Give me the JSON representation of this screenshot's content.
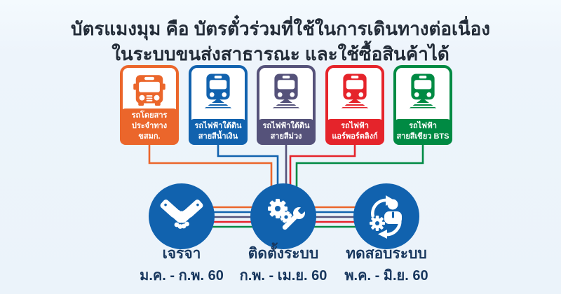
{
  "title": {
    "line1": "บัตรแมงมุม คือ บัตรตั๋วร่วมที่ใช้ในการเดินทางต่อเนื่อง",
    "line2": "ในระบบขนส่งสาธารณะ และใช้ซื้อสินค้าได้"
  },
  "transit_modes": [
    {
      "name": "bus",
      "line1": "รถโดยสาร",
      "line2": "ประจำทาง ขสมก.",
      "color": "#EB662B",
      "icon": "bus-icon"
    },
    {
      "name": "mrt-blue-line",
      "line1": "รถไฟฟ้าใต้ดิน",
      "line2": "สายสีน้ำเงิน",
      "color": "#1162AE",
      "icon": "train-icon"
    },
    {
      "name": "mrt-purple-line",
      "line1": "รถไฟฟ้าใต้ดิน",
      "line2": "สายสีม่วง",
      "color": "#55527A",
      "icon": "train-icon"
    },
    {
      "name": "airport-rail-link",
      "line1": "รถไฟฟ้า",
      "line2": "แอร์พอร์ตลิงก์",
      "color": "#E5242B",
      "icon": "train-icon"
    },
    {
      "name": "bts-green-line",
      "line1": "รถไฟฟ้า",
      "line2": "สายสีเขียว BTS",
      "color": "#008A43",
      "icon": "train-icon"
    }
  ],
  "timeline": [
    {
      "name": "negotiation",
      "title": "เจรจา",
      "period": "ม.ค. - ก.พ. 60",
      "icon": "handshake-icon"
    },
    {
      "name": "system-installation",
      "title": "ติดตั้งระบบ",
      "period": "ก.พ. - เม.ย. 60",
      "icon": "gears-wrench-icon"
    },
    {
      "name": "system-testing",
      "title": "ทดสอบระบบ",
      "period": "พ.ค. - มิ.ย. 60",
      "icon": "person-process-icon"
    }
  ],
  "colors": {
    "background": "#EBF3FA",
    "title_text": "#232C38",
    "label_text": "#18375E",
    "circle_blue": "#1162AE",
    "orange": "#EB662B",
    "blue": "#1162AE",
    "purple": "#55527A",
    "red": "#E5242B",
    "green": "#008A43"
  }
}
